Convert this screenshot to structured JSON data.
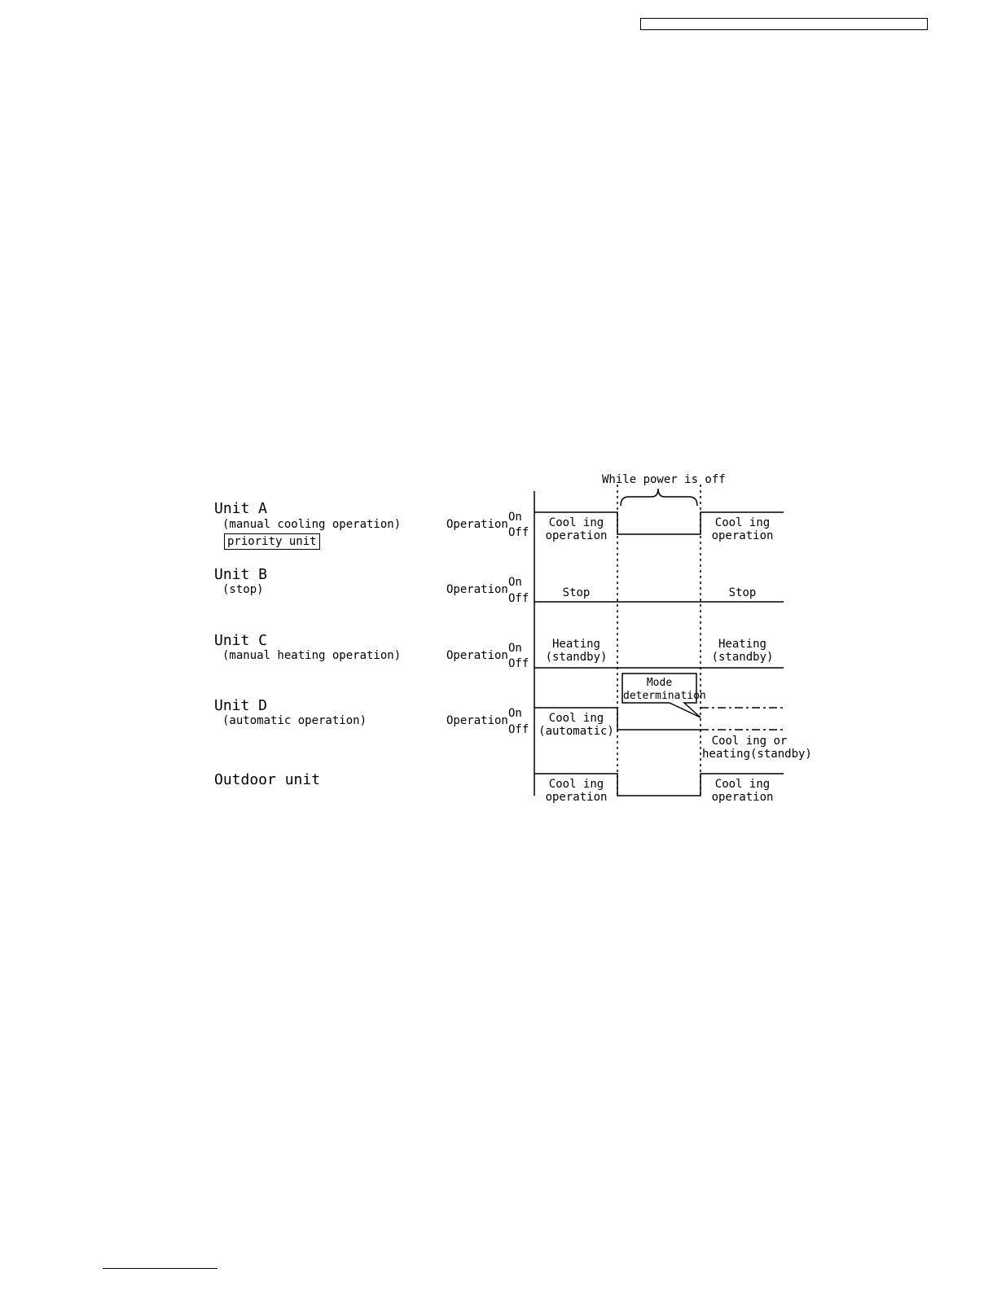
{
  "header": {
    "box_text": ""
  },
  "diagram": {
    "power_off_label": "While power is off",
    "operation_label": "Operation",
    "on_label": "On",
    "off_label": "Off",
    "units": [
      {
        "title": "Unit A",
        "sub": "(manual cooling operation)",
        "badge": "priority unit",
        "before": "Cool ing\noperation",
        "after": "Cool ing\noperation"
      },
      {
        "title": "Unit B",
        "sub": "(stop)",
        "before": "Stop",
        "after": "Stop"
      },
      {
        "title": "Unit C",
        "sub": "(manual heating operation)",
        "before": "Heating\n(standby)",
        "after": "Heating\n(standby)"
      },
      {
        "title": "Unit D",
        "sub": "(automatic operation)",
        "before": "Cool ing\n(automatic)",
        "after": "Cool ing or\nheating(standby)",
        "callout": "Mode\ndetermination"
      }
    ],
    "outdoor": {
      "title": "Outdoor unit",
      "before": "Cool ing\noperation",
      "after": "Cool ing\noperation"
    }
  }
}
